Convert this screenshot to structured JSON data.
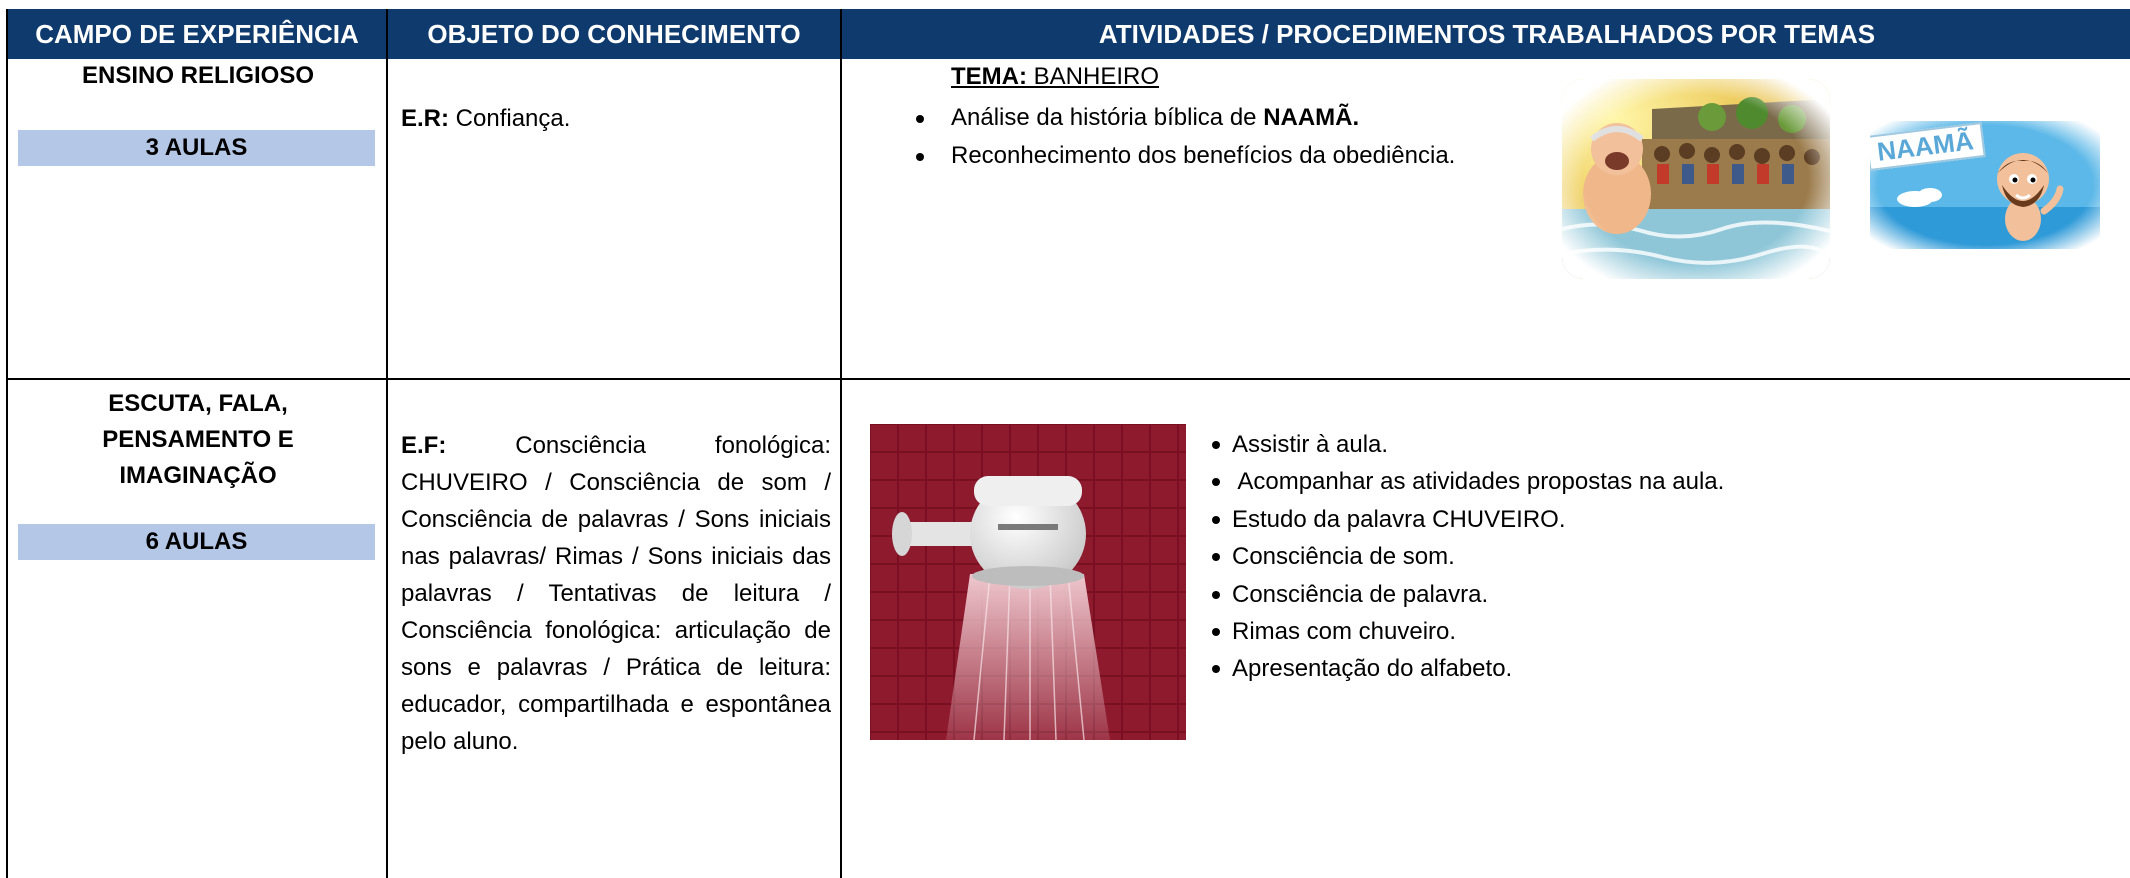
{
  "header": {
    "col1": "CAMPO DE EXPERIÊNCIA",
    "col2": "OBJETO DO CONHECIMENTO",
    "col3": "ATIVIDADES / PROCEDIMENTOS TRABALHADOS POR TEMAS"
  },
  "row1": {
    "campo": "ENSINO RELIGIOSO",
    "aulas": "3 AULAS",
    "obj_prefix": "E.R:",
    "obj_text": " Confiança.",
    "tema_label": "TEMA:",
    "tema_value": " BANHEIRO",
    "bullets": [
      {
        "text": "Análise da história bíblica de ",
        "bold": "NAAMÃ."
      },
      {
        "text": "Reconhecimento dos benefícios da obediência.",
        "bold": ""
      }
    ],
    "image_label": "NAAMÃ"
  },
  "row2": {
    "campo_lines": [
      "ESCUTA, FALA,",
      "PENSAMENTO E",
      "IMAGINAÇÃO"
    ],
    "aulas": "6 AULAS",
    "obj_prefix": "E.F:",
    "obj_text": " Consciência fonológica: CHUVEIRO / Consciência de som / Consciência de palavras / Sons iniciais nas palavras/ Rimas / Sons iniciais das palavras / Tentativas de leitura / Consciência fonológica: articulação de sons e palavras / Prática de leitura: educador, compartilhada e espontânea pelo aluno.",
    "bullets": [
      "Assistir à aula.",
      " Acompanhar as atividades propostas na aula.",
      "Estudo da palavra CHUVEIRO.",
      "Consciência de som.",
      "Consciência de palavra.",
      "Rimas com chuveiro.",
      "Apresentação do alfabeto."
    ]
  }
}
